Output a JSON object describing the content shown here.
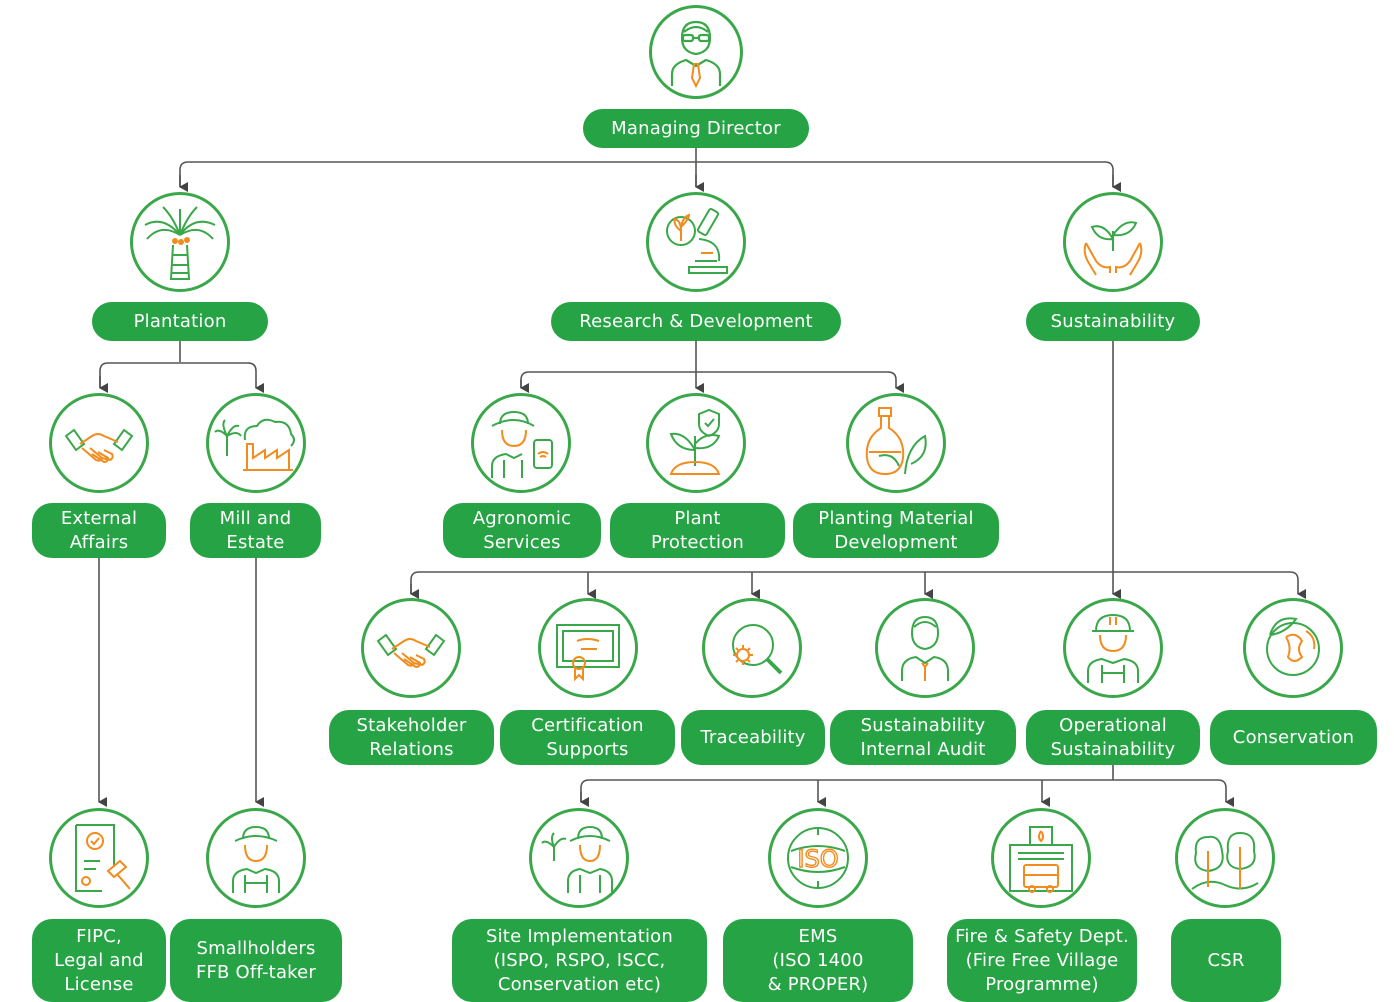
{
  "colors": {
    "green": "#26a445",
    "ring": "#3aa84a",
    "accent": "#f28c1e",
    "line": "#444444"
  },
  "root": {
    "label": "Managing Director",
    "icon": "manager-icon"
  },
  "plantation": {
    "label": "Plantation",
    "icon": "palm-tree-icon"
  },
  "rnd": {
    "label": "Research & Development",
    "icon": "microscope-icon"
  },
  "sustainability": {
    "label": "Sustainability",
    "icon": "hands-plant-icon"
  },
  "external_affairs": {
    "line1": "External",
    "line2": "Affairs",
    "icon": "handshake-icon"
  },
  "mill_estate": {
    "line1": "Mill and",
    "line2": "Estate",
    "icon": "mill-factory-icon"
  },
  "fipc": {
    "line1": "FIPC,",
    "line2": "Legal and",
    "line3": "License",
    "icon": "legal-document-icon"
  },
  "smallholders": {
    "line1": "Smallholders",
    "line2": "FFB Off-taker",
    "icon": "farmer-icon"
  },
  "agronomic": {
    "line1": "Agronomic",
    "line2": "Services",
    "icon": "agronomist-icon"
  },
  "plant_protection": {
    "line1": "Plant",
    "line2": "Protection",
    "icon": "plant-shield-icon"
  },
  "planting_material": {
    "line1": "Planting Material",
    "line2": "Development",
    "icon": "flask-leaf-icon"
  },
  "stakeholder": {
    "line1": "Stakeholder",
    "line2": "Relations",
    "icon": "handshake-icon"
  },
  "certification": {
    "line1": "Certification",
    "line2": "Supports",
    "icon": "certificate-icon"
  },
  "traceability": {
    "label": "Traceability",
    "icon": "gear-magnifier-icon"
  },
  "internal_audit": {
    "line1": "Sustainability",
    "line2": "Internal Audit",
    "icon": "auditor-icon"
  },
  "operational": {
    "line1": "Operational",
    "line2": "Sustainability",
    "icon": "worker-helmet-icon"
  },
  "conservation": {
    "label": "Conservation",
    "icon": "globe-leaf-icon"
  },
  "site_impl": {
    "line1": "Site Implementation",
    "line2": "(ISPO, RSPO, ISCC,",
    "line3": "Conservation etc)",
    "icon": "farmer-palm-icon"
  },
  "ems": {
    "line1": "EMS",
    "line2": "(ISO 1400",
    "line3": "& PROPER)",
    "icon": "iso-globe-icon",
    "iso_text": "ISO"
  },
  "fire_safety": {
    "line1": "Fire & Safety Dept.",
    "line2": "(Fire Free Village",
    "line3": "Programme)",
    "icon": "fire-station-icon"
  },
  "csr": {
    "label": "CSR",
    "icon": "forest-icon"
  }
}
